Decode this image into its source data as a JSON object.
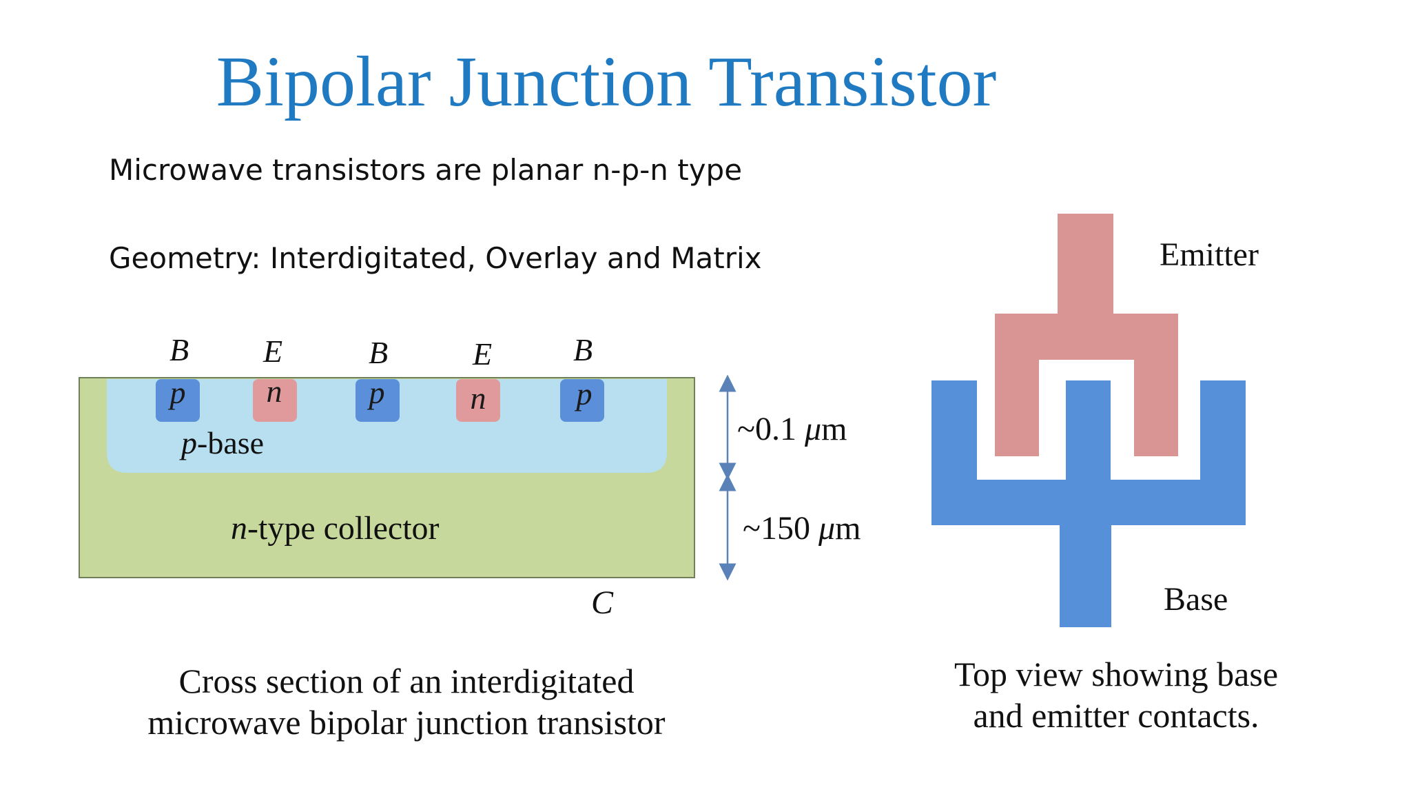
{
  "slide": {
    "title": "Bipolar Junction Transistor",
    "bullets": [
      "Microwave transistors are planar n-p-n type",
      "Geometry: Interdigitated, Overlay and Matrix"
    ]
  },
  "cross_section": {
    "terminal_labels": [
      "B",
      "E",
      "B",
      "E",
      "B"
    ],
    "region_labels": [
      "p",
      "n",
      "p",
      "n",
      "p"
    ],
    "base_label_italic": "p",
    "base_label_rest": "-base",
    "collector_label_italic": "n",
    "collector_label_rest": "-type collector",
    "collector_terminal": "C",
    "dim_base_prefix": "~0.1 ",
    "dim_base_unit_italic": "μ",
    "dim_base_suffix": "m",
    "dim_collector_prefix": "~150 ",
    "dim_collector_unit_italic": "μ",
    "dim_collector_suffix": "m",
    "caption_line1": "Cross section of an interdigitated",
    "caption_line2": "microwave bipolar junction transistor"
  },
  "top_view": {
    "emitter_label": "Emitter",
    "base_label": "Base",
    "caption_line1": "Top view showing base",
    "caption_line2": "and emitter contacts."
  },
  "colors": {
    "title": "#1f7ac2",
    "collector": "#c6d89c",
    "p_base": "#b8dff0",
    "p_contact": "#5b8fd9",
    "n_contact": "#e09a9c",
    "emitter": "#d99494",
    "base": "#5590d8",
    "dimension_arrow": "#5a82b8"
  }
}
